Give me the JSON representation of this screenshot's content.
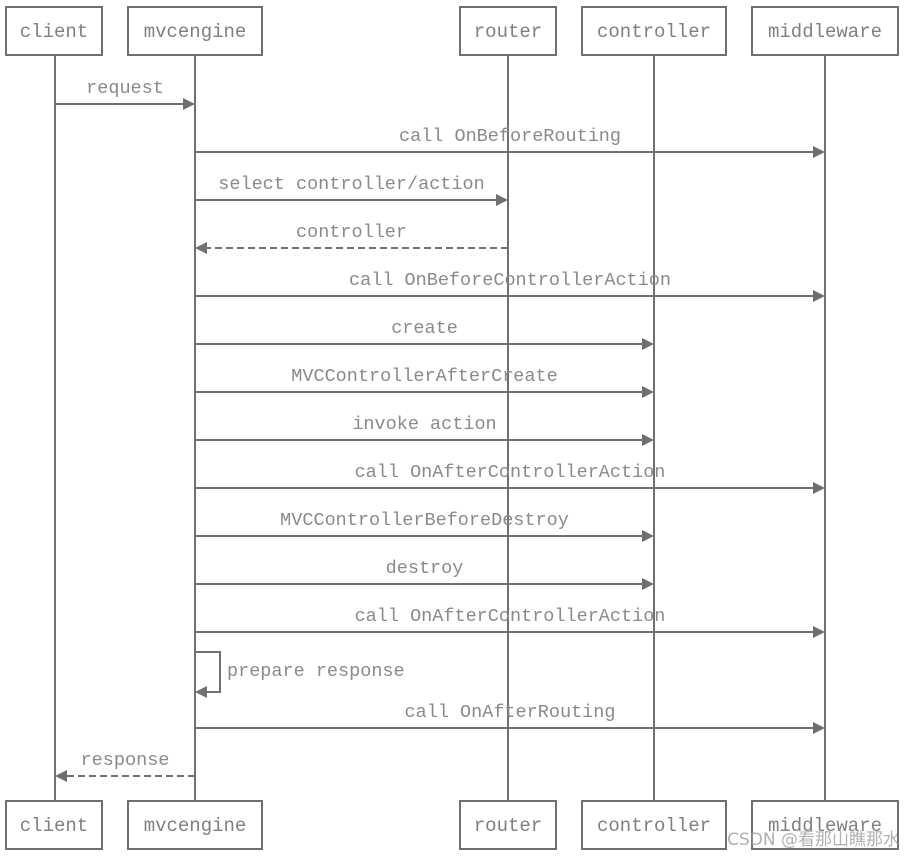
{
  "participants": [
    {
      "id": "client",
      "label": "client"
    },
    {
      "id": "mvcengine",
      "label": "mvcengine"
    },
    {
      "id": "router",
      "label": "router"
    },
    {
      "id": "controller",
      "label": "controller"
    },
    {
      "id": "middleware",
      "label": "middleware"
    }
  ],
  "messages": [
    {
      "from": "client",
      "to": "mvcengine",
      "label": "request",
      "style": "solid"
    },
    {
      "from": "mvcengine",
      "to": "middleware",
      "label": "call OnBeforeRouting",
      "style": "solid"
    },
    {
      "from": "mvcengine",
      "to": "router",
      "label": "select controller/action",
      "style": "solid"
    },
    {
      "from": "router",
      "to": "mvcengine",
      "label": "controller",
      "style": "dashed"
    },
    {
      "from": "mvcengine",
      "to": "middleware",
      "label": "call OnBeforeControllerAction",
      "style": "solid"
    },
    {
      "from": "mvcengine",
      "to": "controller",
      "label": "create",
      "style": "solid"
    },
    {
      "from": "mvcengine",
      "to": "controller",
      "label": "MVCControllerAfterCreate",
      "style": "solid"
    },
    {
      "from": "mvcengine",
      "to": "controller",
      "label": "invoke action",
      "style": "solid"
    },
    {
      "from": "mvcengine",
      "to": "middleware",
      "label": "call OnAfterControllerAction",
      "style": "solid"
    },
    {
      "from": "mvcengine",
      "to": "controller",
      "label": "MVCControllerBeforeDestroy",
      "style": "solid"
    },
    {
      "from": "mvcengine",
      "to": "controller",
      "label": "destroy",
      "style": "solid"
    },
    {
      "from": "mvcengine",
      "to": "middleware",
      "label": "call OnAfterControllerAction",
      "style": "solid"
    },
    {
      "from": "mvcengine",
      "to": "mvcengine",
      "label": "prepare response",
      "style": "solid"
    },
    {
      "from": "mvcengine",
      "to": "middleware",
      "label": "call OnAfterRouting",
      "style": "solid"
    },
    {
      "from": "mvcengine",
      "to": "client",
      "label": "response",
      "style": "dashed"
    }
  ],
  "watermark": "CSDN @看那山瞧那水"
}
